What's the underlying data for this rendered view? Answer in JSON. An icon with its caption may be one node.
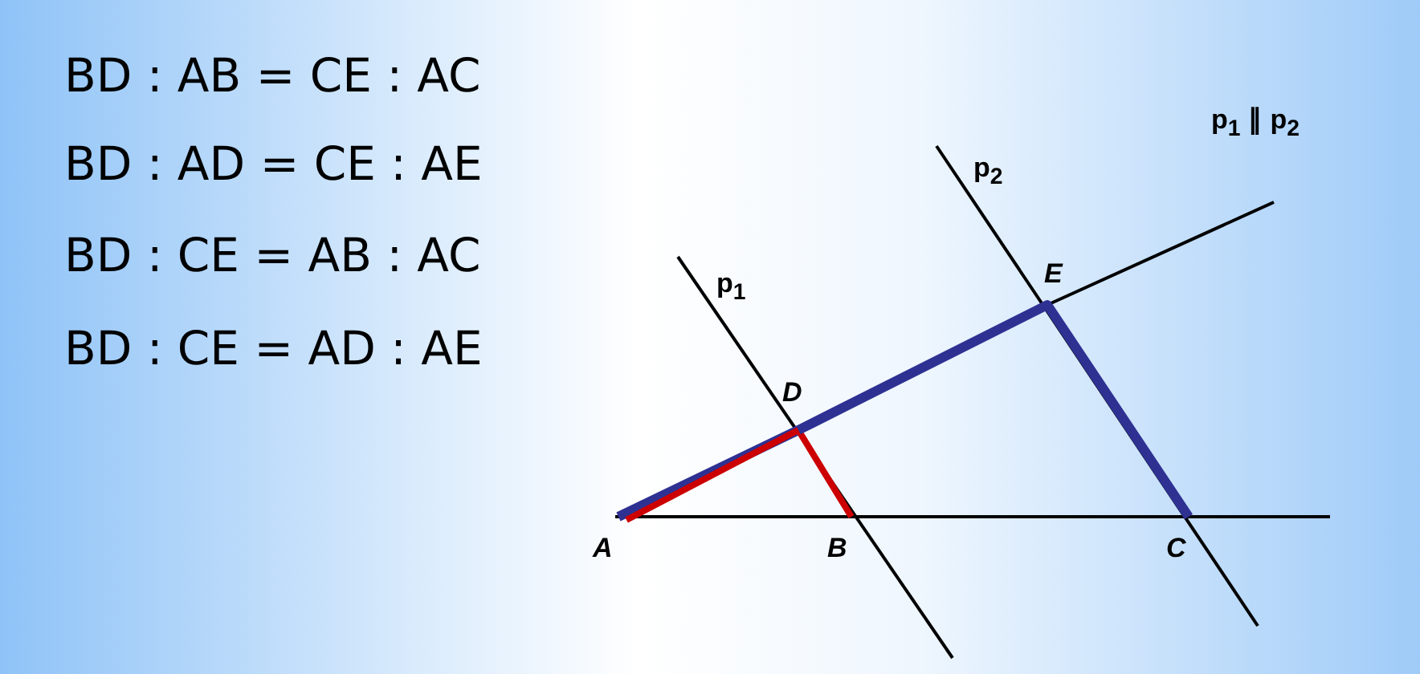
{
  "diagram": {
    "labels": [
      "BD : AB = CE : AC",
      "BD : AD = CE : AE",
      "BD : CE = AB : AC",
      "BD : CE = AD : AE",
      "p$_{1}$ ∥ p$_{2}$",
      "p$_{2}$",
      "E",
      "p$_{1}$",
      "D",
      "A",
      "B",
      "C"
    ]
  }
}
